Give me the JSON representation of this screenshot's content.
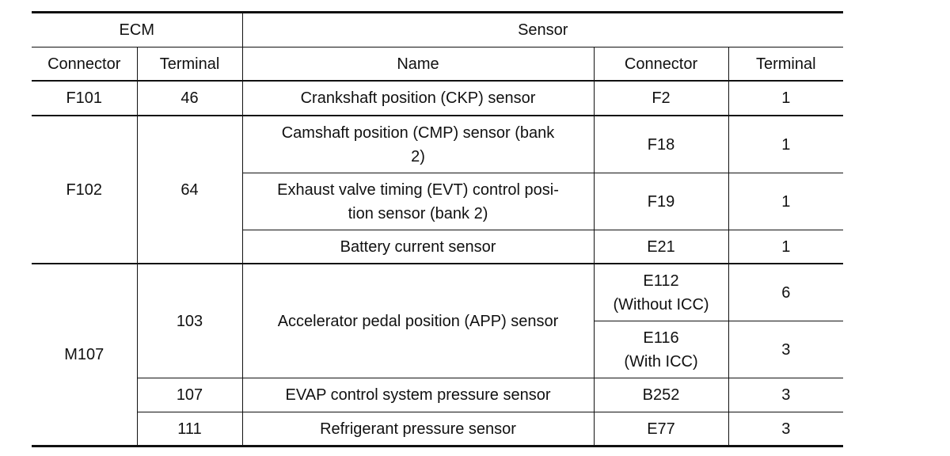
{
  "headers": {
    "ecm": "ECM",
    "sensor": "Sensor",
    "ecm_connector": "Connector",
    "ecm_terminal": "Terminal",
    "sensor_name": "Name",
    "sensor_connector": "Connector",
    "sensor_terminal": "Terminal"
  },
  "rows": {
    "r1": {
      "ecm_connector": "F101",
      "ecm_terminal": "46",
      "name": "Crankshaft position (CKP) sensor",
      "connector": "F2",
      "terminal": "1"
    },
    "r2": {
      "ecm_connector": "F102",
      "ecm_terminal": "64",
      "name_line1": "Camshaft position (CMP) sensor (bank",
      "name_line2": "2)",
      "connector": "F18",
      "terminal": "1"
    },
    "r3": {
      "name_line1": "Exhaust valve timing (EVT) control posi-",
      "name_line2": "tion sensor (bank 2)",
      "connector": "F19",
      "terminal": "1"
    },
    "r4": {
      "name": "Battery current sensor",
      "connector": "E21",
      "terminal": "1"
    },
    "r5": {
      "ecm_connector": "M107",
      "ecm_terminal": "103",
      "name": "Accelerator pedal position (APP) sensor",
      "connector_line1": "E112",
      "connector_line2": "(Without ICC)",
      "terminal": "6"
    },
    "r6": {
      "connector_line1": "E116",
      "connector_line2": "(With ICC)",
      "terminal": "3"
    },
    "r7": {
      "ecm_terminal": "107",
      "name": "EVAP control system pressure sensor",
      "connector": "B252",
      "terminal": "3"
    },
    "r8": {
      "ecm_terminal": "111",
      "name": "Refrigerant pressure sensor",
      "connector": "E77",
      "terminal": "3"
    }
  }
}
